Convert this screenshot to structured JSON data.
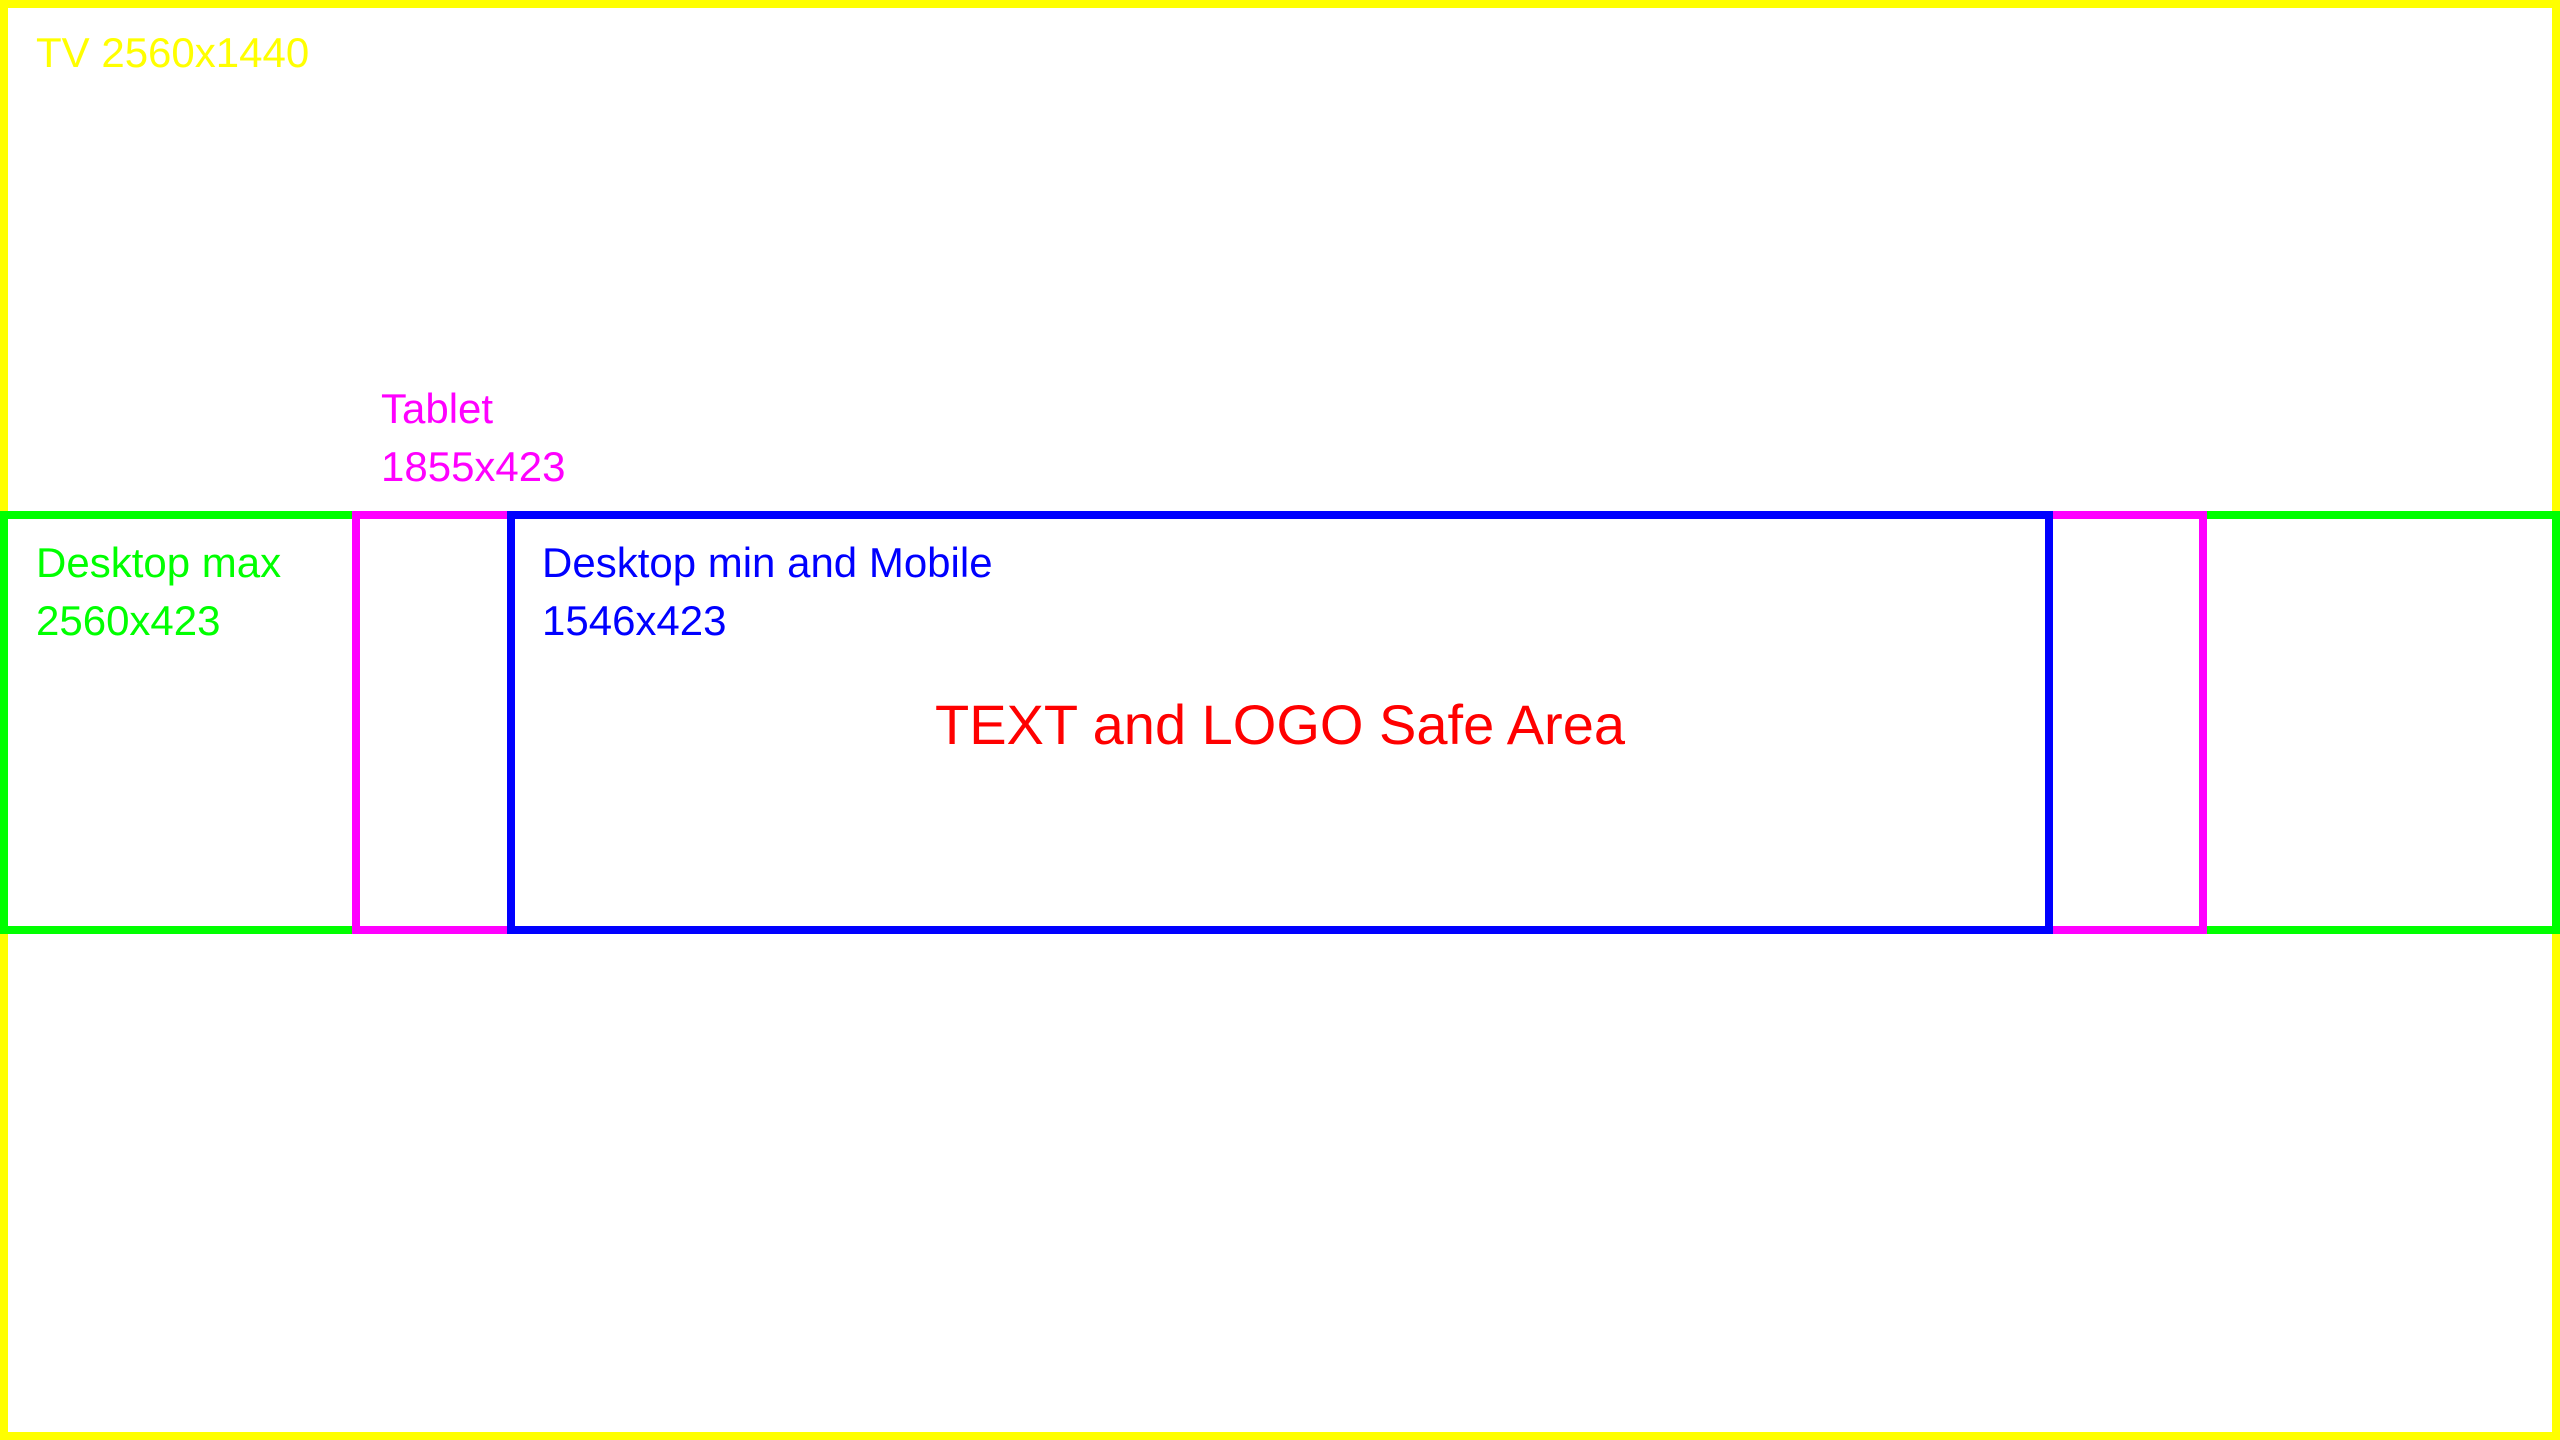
{
  "colors": {
    "tv": "#ffff00",
    "tablet": "#ff00ff",
    "desktop_max": "#00ff00",
    "desktop_min": "#0000ff",
    "safe_area": "#ff0000"
  },
  "tv": {
    "label": "TV 2560x1440"
  },
  "tablet": {
    "title": "Tablet",
    "size": "1855x423"
  },
  "desktop_max": {
    "title": "Desktop max",
    "size": "2560x423"
  },
  "desktop_min": {
    "title": "Desktop min and Mobile",
    "size": "1546x423"
  },
  "safe_area": {
    "label": "TEXT and LOGO Safe Area"
  }
}
